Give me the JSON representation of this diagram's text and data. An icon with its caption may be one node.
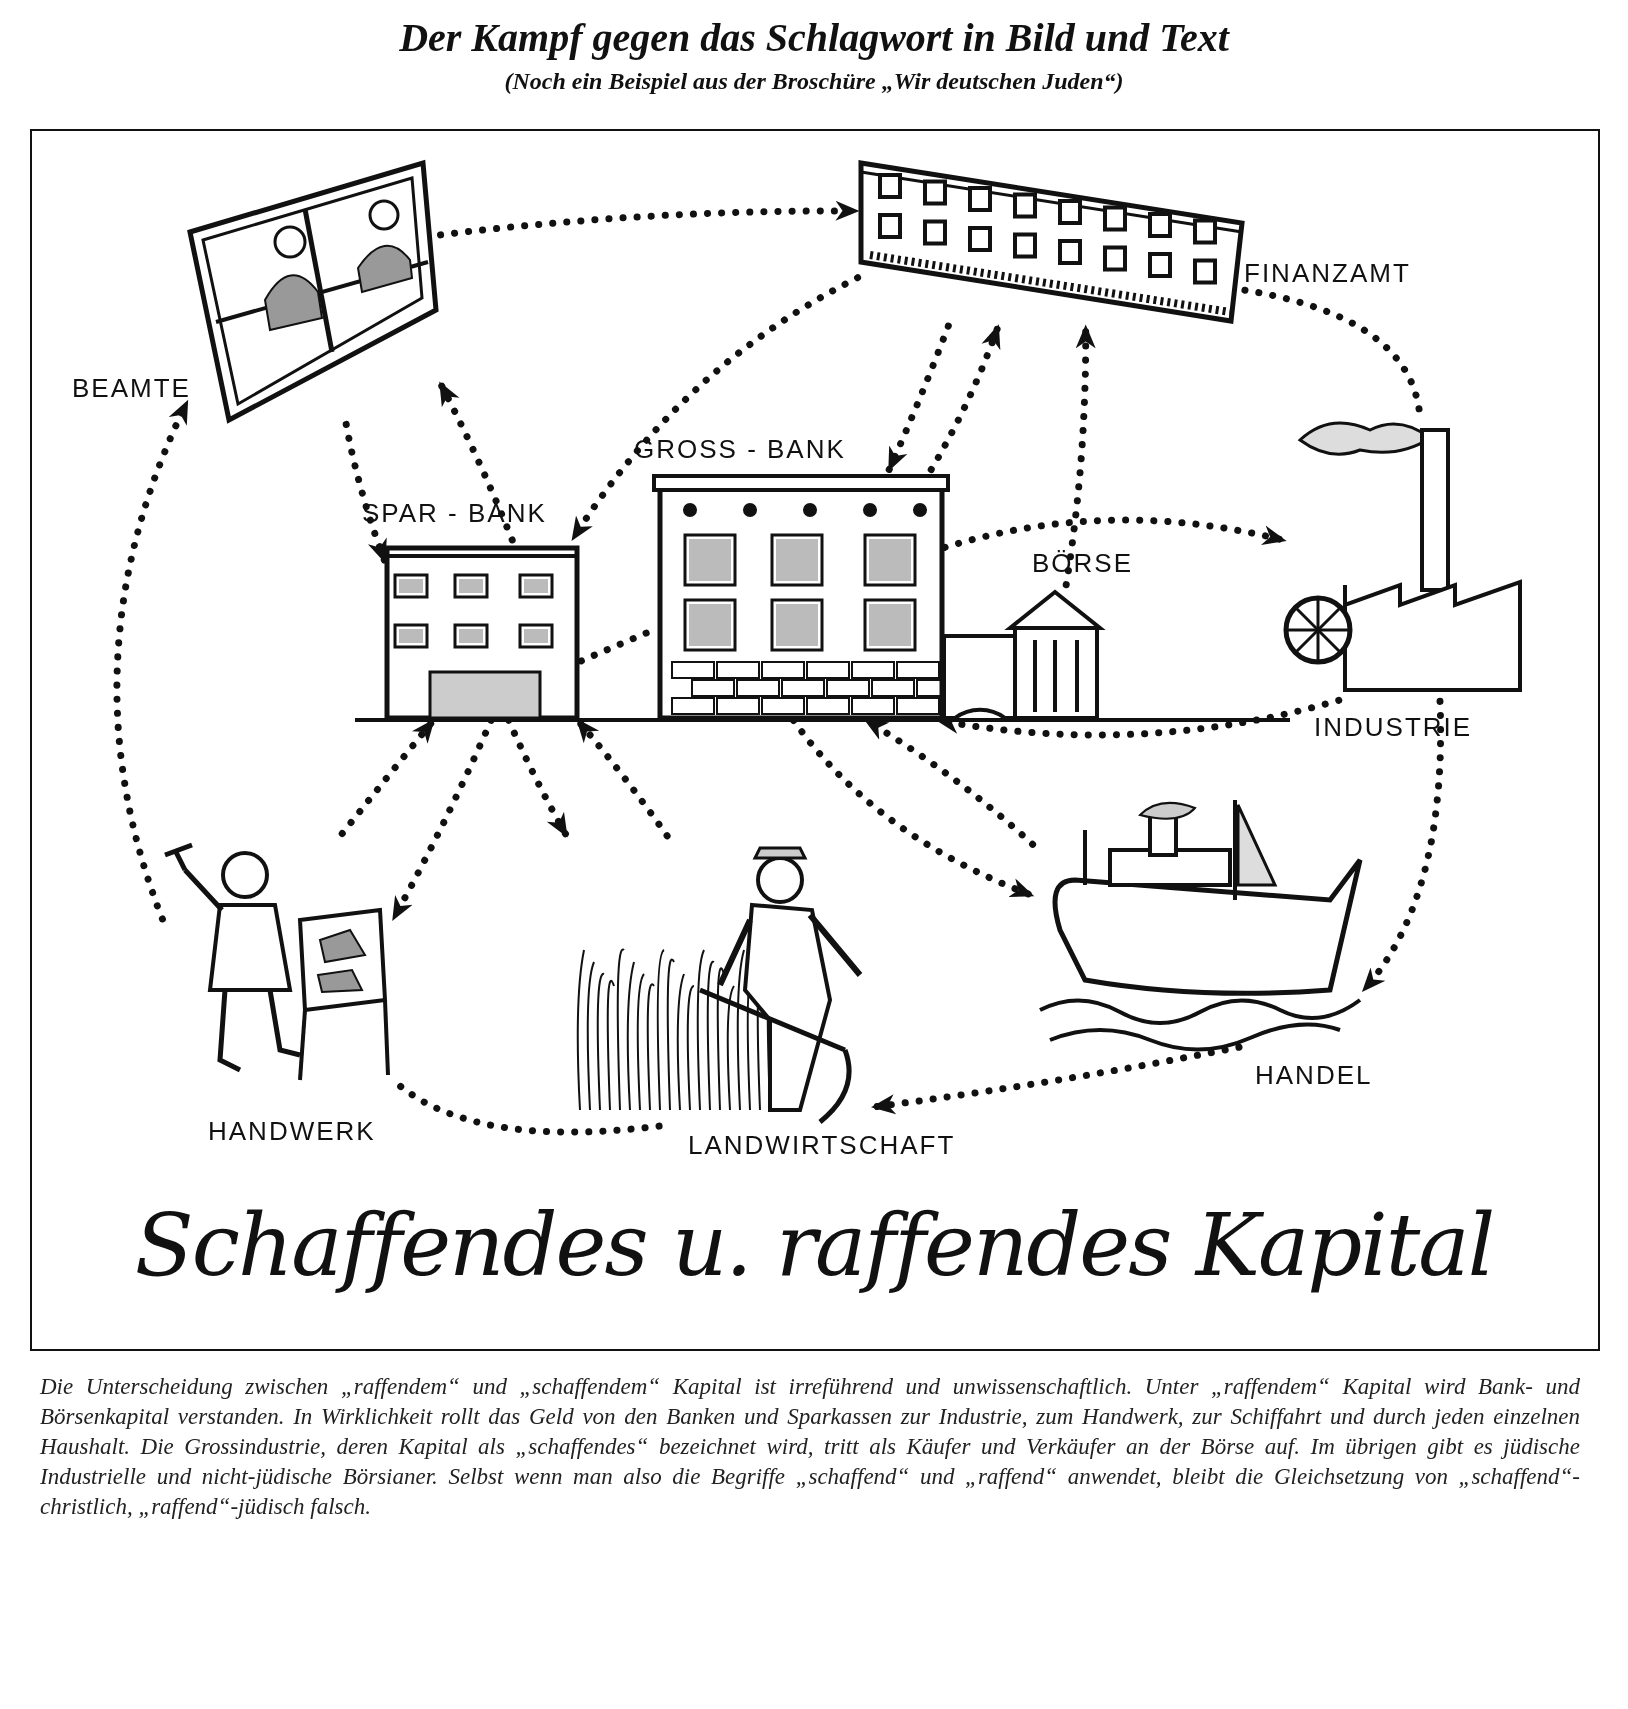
{
  "diagram": {
    "title": "Der Kampf gegen das Schlagwort in Bild und Text",
    "caption": "Die Unterscheidung zwischen „raffendem“ und „schaffendem“ Kapital ist irreführend und unwissenschaftlich. Unter „raffendem“ Kapital wird Bank- und Börsenkapital verstanden. In Wirklichkeit rollt das Geld von den Banken und Sparkassen zur Industrie, zum Handwerk, zur Schiffahrt und durch jeden einzelnen Haushalt. Die Grossindustrie, deren Kapital als „schaffendes“ bezeichnet wird, tritt als Käufer und Verkäufer an der Börse auf. Im übrigen gibt es jüdische Industrielle und nicht-jüdische Börsianer. Selbst wenn man also die Begriffe „schaffend“ und „raffend“ anwendet, bleibt die Gleichsetzung von „schaffend“-christlich, „raffend“-jüdisch falsch.",
    "nodes": [
      {
        "text": [
          "BEAMTE"
        ]
      },
      {
        "text": [
          "FINANZAMT"
        ]
      },
      {
        "text": [
          "SPAR - BANK"
        ]
      },
      {
        "text": [
          "GROSS - BANK"
        ]
      },
      {
        "text": [
          "BÖRSE"
        ]
      },
      {
        "text": [
          "INDUSTRIE"
        ]
      },
      {
        "text": [
          "HANDEL"
        ]
      },
      {
        "text": [
          "LANDWIRTSCHAFT"
        ]
      },
      {
        "text": [
          "HANDWERK"
        ]
      }
    ],
    "edges": [
      {
        "from": 0,
        "to": 1,
        "arrow": "to"
      },
      {
        "from": 0,
        "to": 2,
        "arrow": "to"
      },
      {
        "from": 2,
        "to": 0,
        "arrow": "to"
      },
      {
        "from": 1,
        "to": 2,
        "arrow": "to"
      },
      {
        "from": 1,
        "to": 3,
        "arrow": "to"
      },
      {
        "from": 3,
        "to": 1,
        "arrow": "to"
      },
      {
        "from": 4,
        "to": 1,
        "arrow": "to"
      },
      {
        "from": 3,
        "to": 5,
        "arrow": "to"
      },
      {
        "from": 5,
        "to": 3,
        "arrow": "to"
      },
      {
        "from": 2,
        "to": 3,
        "arrow": "none"
      },
      {
        "from": 3,
        "to": 6,
        "arrow": "to"
      },
      {
        "from": 6,
        "to": 3,
        "arrow": "to"
      },
      {
        "from": 1,
        "to": 5,
        "arrow": "none"
      },
      {
        "from": 5,
        "to": 6,
        "arrow": "to"
      },
      {
        "from": 6,
        "to": 7,
        "arrow": "to"
      },
      {
        "from": 7,
        "to": 8,
        "arrow": "none"
      },
      {
        "from": 8,
        "to": 0,
        "arrow": "to"
      },
      {
        "from": 8,
        "to": 2,
        "arrow": "to"
      },
      {
        "from": 2,
        "to": 8,
        "arrow": "to"
      },
      {
        "from": 2,
        "to": 7,
        "arrow": "to"
      },
      {
        "from": 7,
        "to": 2,
        "arrow": "to"
      }
    ],
    "labels": [
      "(Noch ein Beispiel aus der Broschüre „Wir deutschen Juden“)",
      "Schaffendes u. raffendes Kapital"
    ]
  }
}
